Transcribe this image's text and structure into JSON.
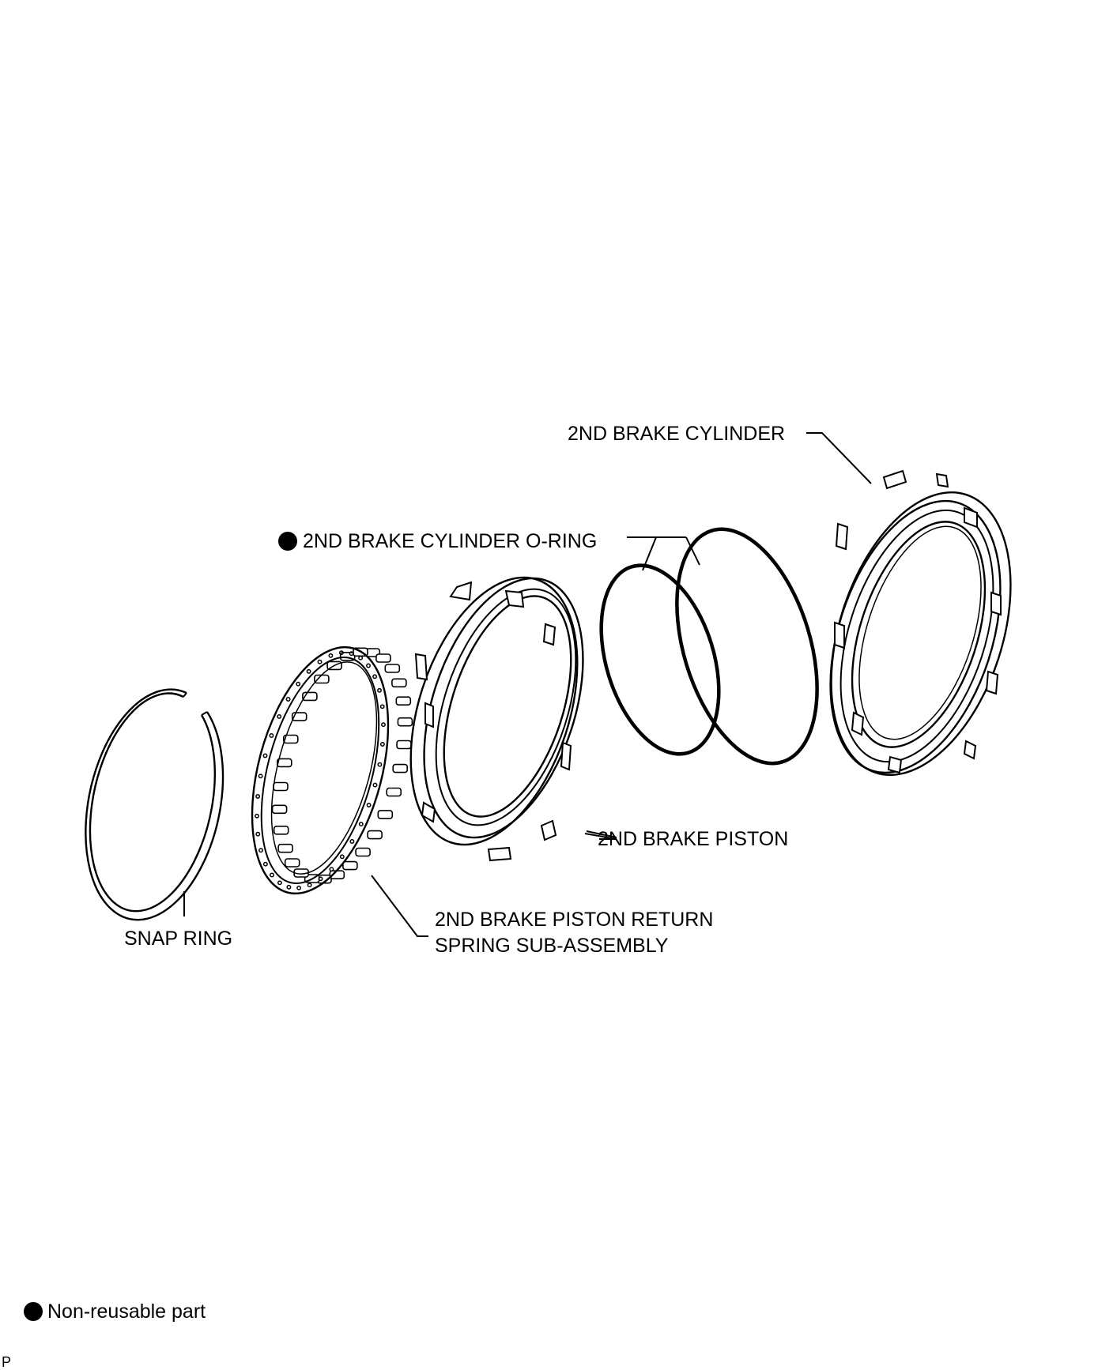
{
  "labels": {
    "cylinder": "2ND BRAKE CYLINDER",
    "oring": "2ND BRAKE CYLINDER O-RING",
    "piston": "2ND BRAKE PISTON",
    "spring_line1": "2ND BRAKE PISTON RETURN",
    "spring_line2": "SPRING SUB-ASSEMBLY",
    "snap_ring": "SNAP RING"
  },
  "legend": {
    "text": "Non-reusable part",
    "marker_icon": "filled-circle-icon"
  },
  "corner_mark": "P"
}
